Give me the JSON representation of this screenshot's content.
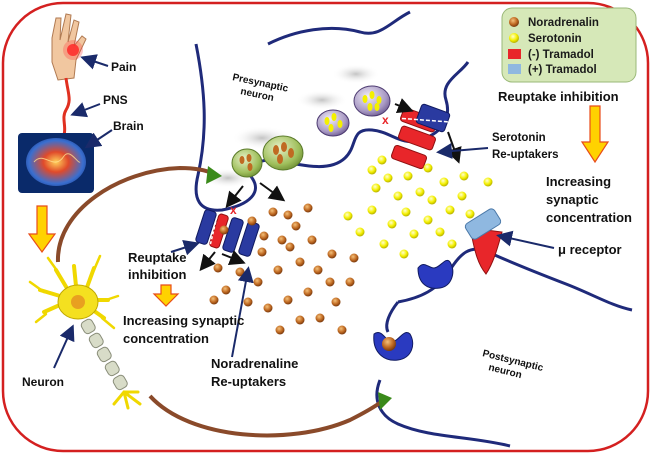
{
  "labels": {
    "pain": "Pain",
    "pns": "PNS",
    "brain": "Brain",
    "neuron": "Neuron",
    "presynaptic_line1": "Presynaptic",
    "presynaptic_line2": "neuron",
    "postsynaptic_line1": "Postsynaptic",
    "postsynaptic_line2": "neuron",
    "reuptake_inhibition_right": "Reuptake inhibition",
    "serotonin_reuptakers_line1": "Serotonin",
    "serotonin_reuptakers_line2": "Re-uptakers",
    "increasing_right_line1": "Increasing",
    "increasing_right_line2": "synaptic",
    "increasing_right_line3": "concentration",
    "mu_receptor": "μ receptor",
    "reuptake_left_line1": "Reuptake",
    "reuptake_left_line2": "inhibition",
    "increasing_left_line1": "Increasing synaptic",
    "increasing_left_line2": "concentration",
    "noradrenaline_reuptakers_line1": "Noradrenaline",
    "noradrenaline_reuptakers_line2": "Re-uptakers"
  },
  "legend": {
    "items": [
      {
        "label": "Noradrenalin",
        "symbol": "brown-dot"
      },
      {
        "label": "Serotonin",
        "symbol": "yellow-dot"
      },
      {
        "label": "(-) Tramadol",
        "symbol": "red-square"
      },
      {
        "label": "(+) Tramadol",
        "symbol": "blue-square"
      }
    ]
  },
  "colors": {
    "frame": "#d42020",
    "membrane": "#1f2a7a",
    "arrow_yellow": "#ffd200",
    "arrow_orange_stroke": "#e84c1a",
    "curve_arrow": "#8a4a2a",
    "noradrenalin": "#b8621a",
    "serotonin": "#f4f000",
    "tramadol_minus": "#e8262a",
    "tramadol_plus": "#8fb8e0",
    "legend_bg": "#d6e8b8"
  }
}
